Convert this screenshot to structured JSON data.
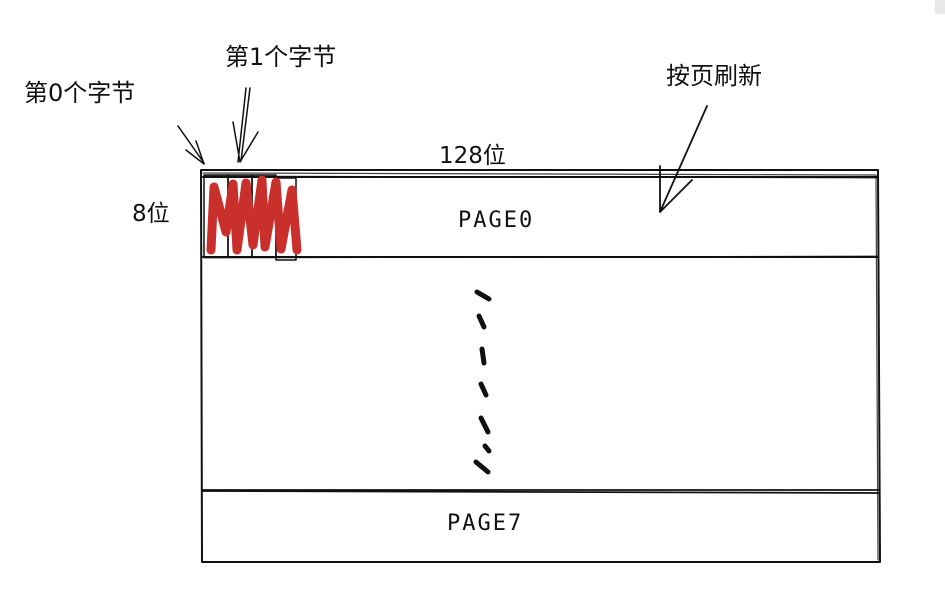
{
  "labels": {
    "byte0": "第0个字节",
    "byte1": "第1个字节",
    "refresh": "按页刷新",
    "width_bits": "128位",
    "height_bits": "8位",
    "page0": "PAGE0",
    "page7": "PAGE7"
  },
  "colors": {
    "ink": "#111111",
    "highlight": "#c9302c",
    "background": "#ffffff"
  }
}
